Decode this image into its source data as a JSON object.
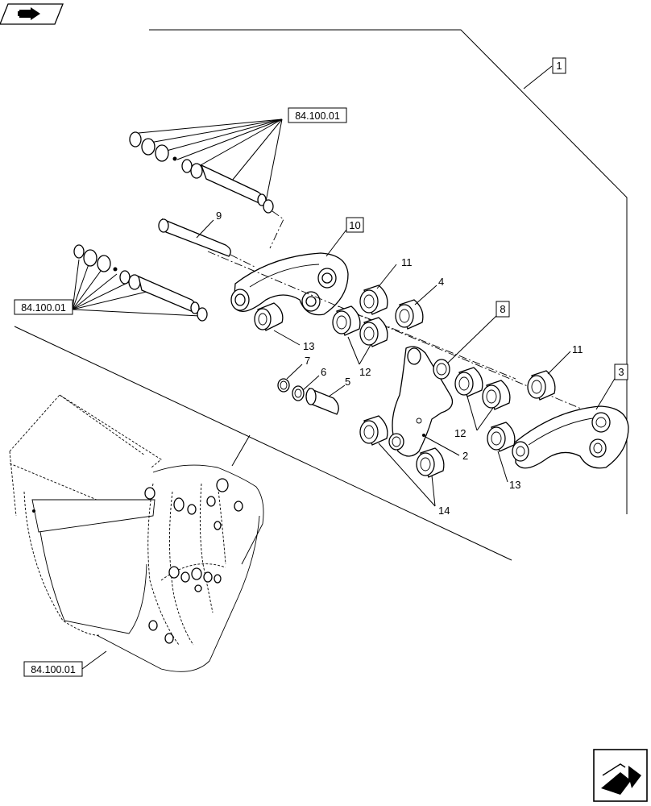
{
  "nav": {
    "top_icon": "folder-arrow-icon",
    "bottom_icon": "next-page-arrow-icon"
  },
  "refs": {
    "top": "84.100.01",
    "left": "84.100.01",
    "bottom": "84.100.01"
  },
  "callouts": {
    "c1": "1",
    "c2": "2",
    "c3": "3",
    "c4": "4",
    "c5": "5",
    "c6": "6",
    "c7": "7",
    "c8": "8",
    "c9": "9",
    "c10": "10",
    "c11a": "11",
    "c11b": "11",
    "c12a": "12",
    "c12b": "12",
    "c13a": "13",
    "c13b": "13",
    "c14": "14"
  }
}
